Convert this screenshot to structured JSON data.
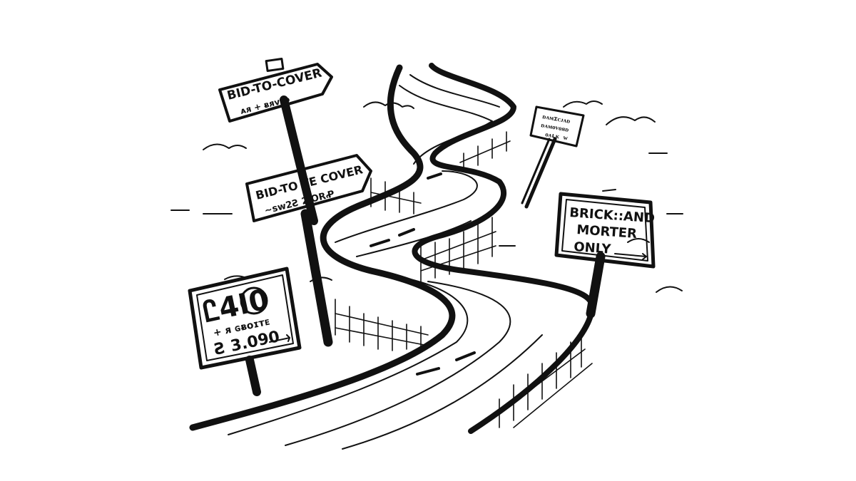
{
  "colors": {
    "ink": "#111111",
    "paper": "#ffffff"
  },
  "signs": {
    "top_arrow": {
      "line1": "BID-TO-COVER",
      "line2": "ᴀᴙ + ᴃᴙᴠɪᴅ"
    },
    "middle_arrow": {
      "line1": "BID-TO TE COVER",
      "line2": "~ѕᴡ2Ƨ 2 ORꝒ"
    },
    "left_board": {
      "line1": "Ꮭ4I0",
      "line2": "+ ᴙ ɢᴃᴏɪᴛᴇ",
      "line3": "Ƨ 3.090"
    },
    "small_far": {
      "line1": "ᴅᴀᴍɪᴄᴊᴀᴅ",
      "line2": "ᴅᴀᴍᴏᴠᴏᴙᴅ",
      "line3": "ᴏᴀʟᴋ ᴡ"
    },
    "right_board": {
      "line1": "BRICK::AND",
      "line2": "MORTER",
      "line3": "ONLY"
    }
  }
}
